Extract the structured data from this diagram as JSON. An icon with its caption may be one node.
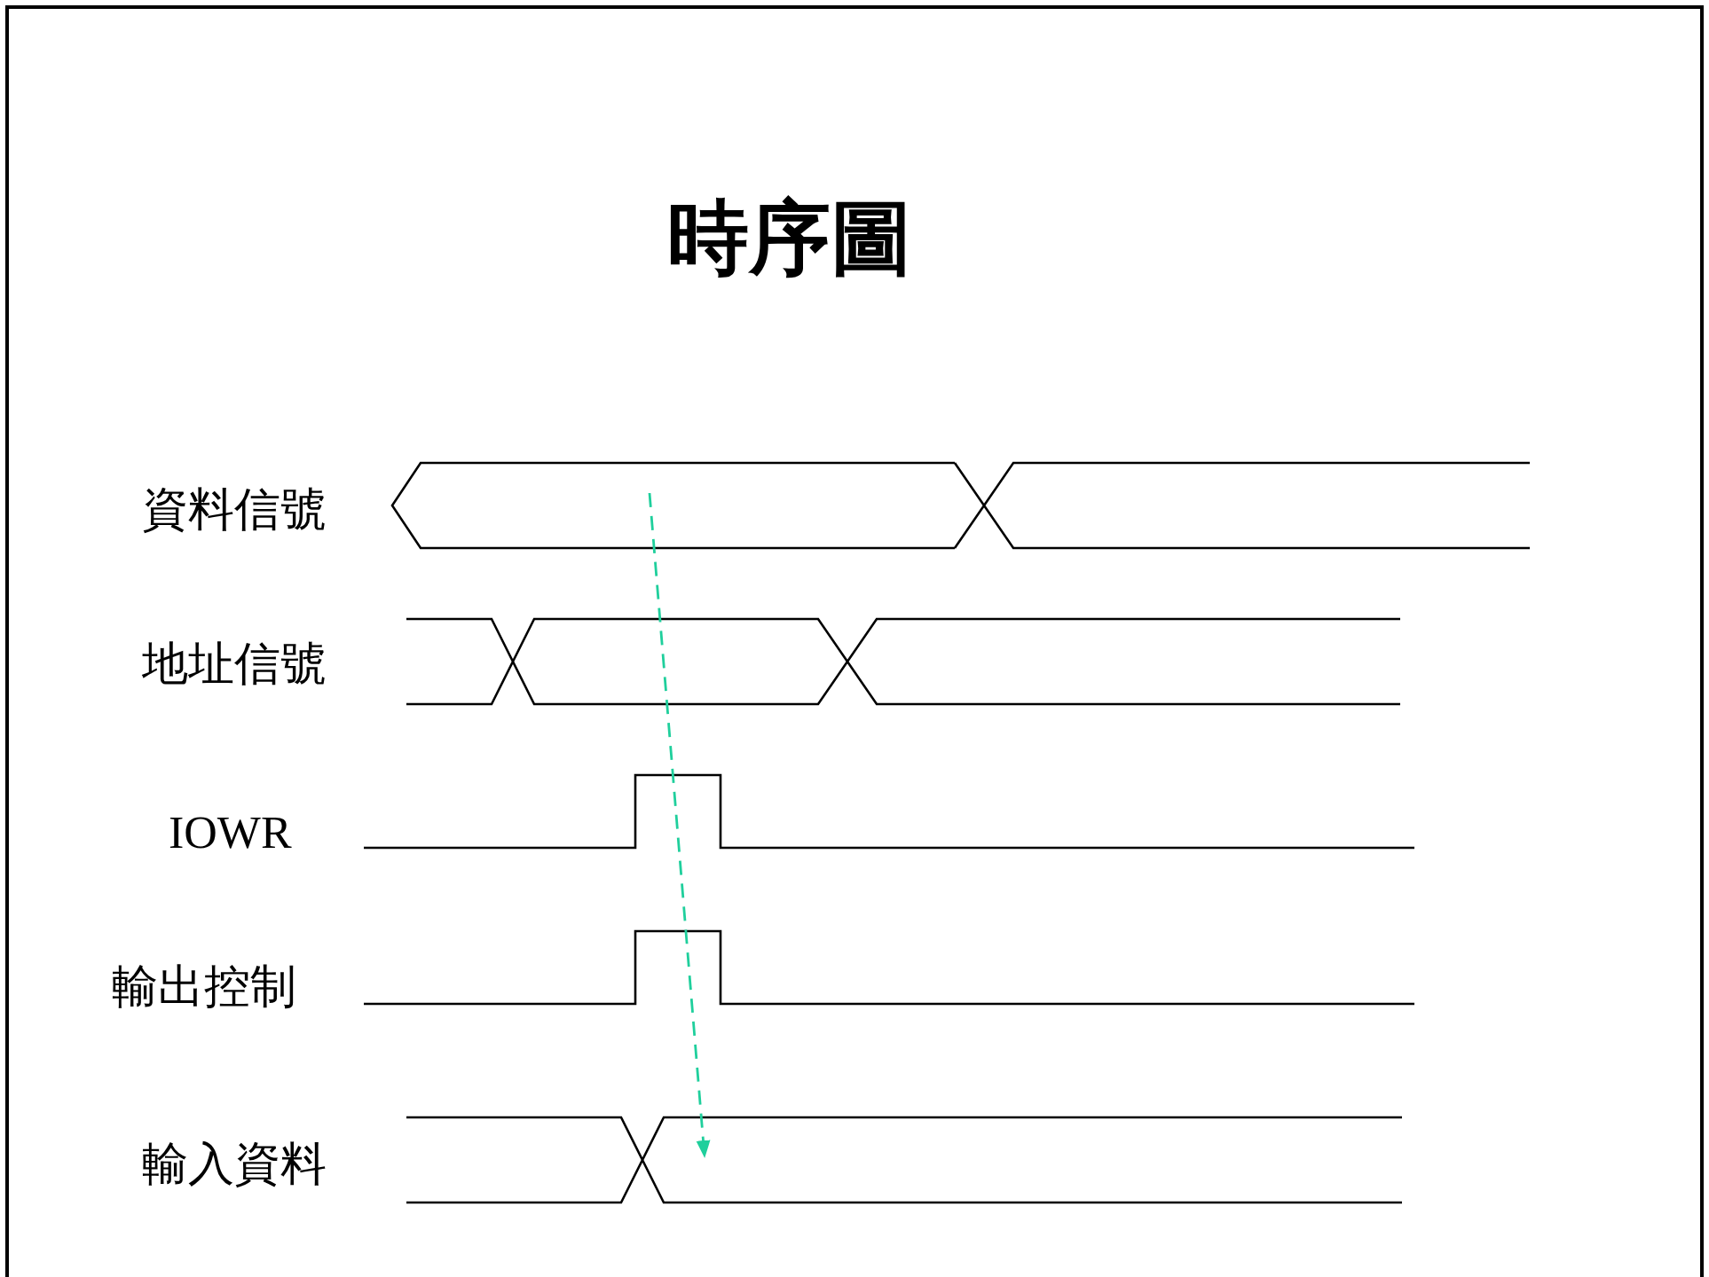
{
  "diagram": {
    "title": "時序圖",
    "nodes": [
      {
        "text": [],
        "shape": "waveform"
      },
      {
        "text": [],
        "shape": "waveform"
      }
    ],
    "edges": [
      {
        "from": 0,
        "to": 1,
        "arrow": "to",
        "style": "dashed",
        "color": "#1fcf9c"
      }
    ],
    "labels": [
      "資料信號",
      "地址信號",
      "IOWR",
      "輸出控制",
      "輸入資料"
    ]
  }
}
